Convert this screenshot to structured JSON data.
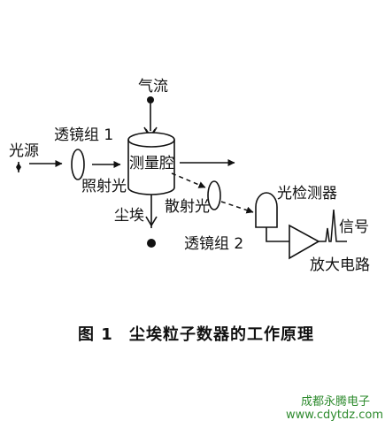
{
  "diagram": {
    "nodes": {
      "light_source": "光源",
      "lens_group_1": "透镜组 1",
      "illuminating_light": "照射光",
      "airflow": "气流",
      "measuring_chamber": "测量腔",
      "dust": "尘埃",
      "scattered_light": "散射光",
      "lens_group_2": "透镜组 2",
      "photodetector": "光检测器",
      "signal": "信号",
      "amplifier_circuit": "放大电路"
    },
    "edges": [
      {
        "from": "light_source",
        "to": "lens_group_1",
        "style": "solid"
      },
      {
        "from": "lens_group_1",
        "to": "measuring_chamber",
        "style": "solid"
      },
      {
        "from": "airflow",
        "to": "measuring_chamber",
        "style": "solid"
      },
      {
        "from": "measuring_chamber",
        "to": "dust",
        "style": "solid"
      },
      {
        "from": "measuring_chamber",
        "to": "lens_group_2",
        "style": "dashed"
      },
      {
        "from": "lens_group_2",
        "to": "photodetector",
        "style": "dashed"
      },
      {
        "from": "photodetector",
        "to": "amplifier_circuit",
        "style": "solid"
      },
      {
        "from": "amplifier_circuit",
        "to": "signal",
        "style": "solid"
      }
    ],
    "caption": {
      "number": "图 1",
      "title": "尘埃粒子数器的工作原理"
    }
  },
  "watermark": {
    "name": "成都永腾电子",
    "url": "www.cdytdz.com"
  },
  "colors": {
    "ink": "#111111",
    "watermark": "#2e8b2e",
    "background": "#ffffff"
  }
}
